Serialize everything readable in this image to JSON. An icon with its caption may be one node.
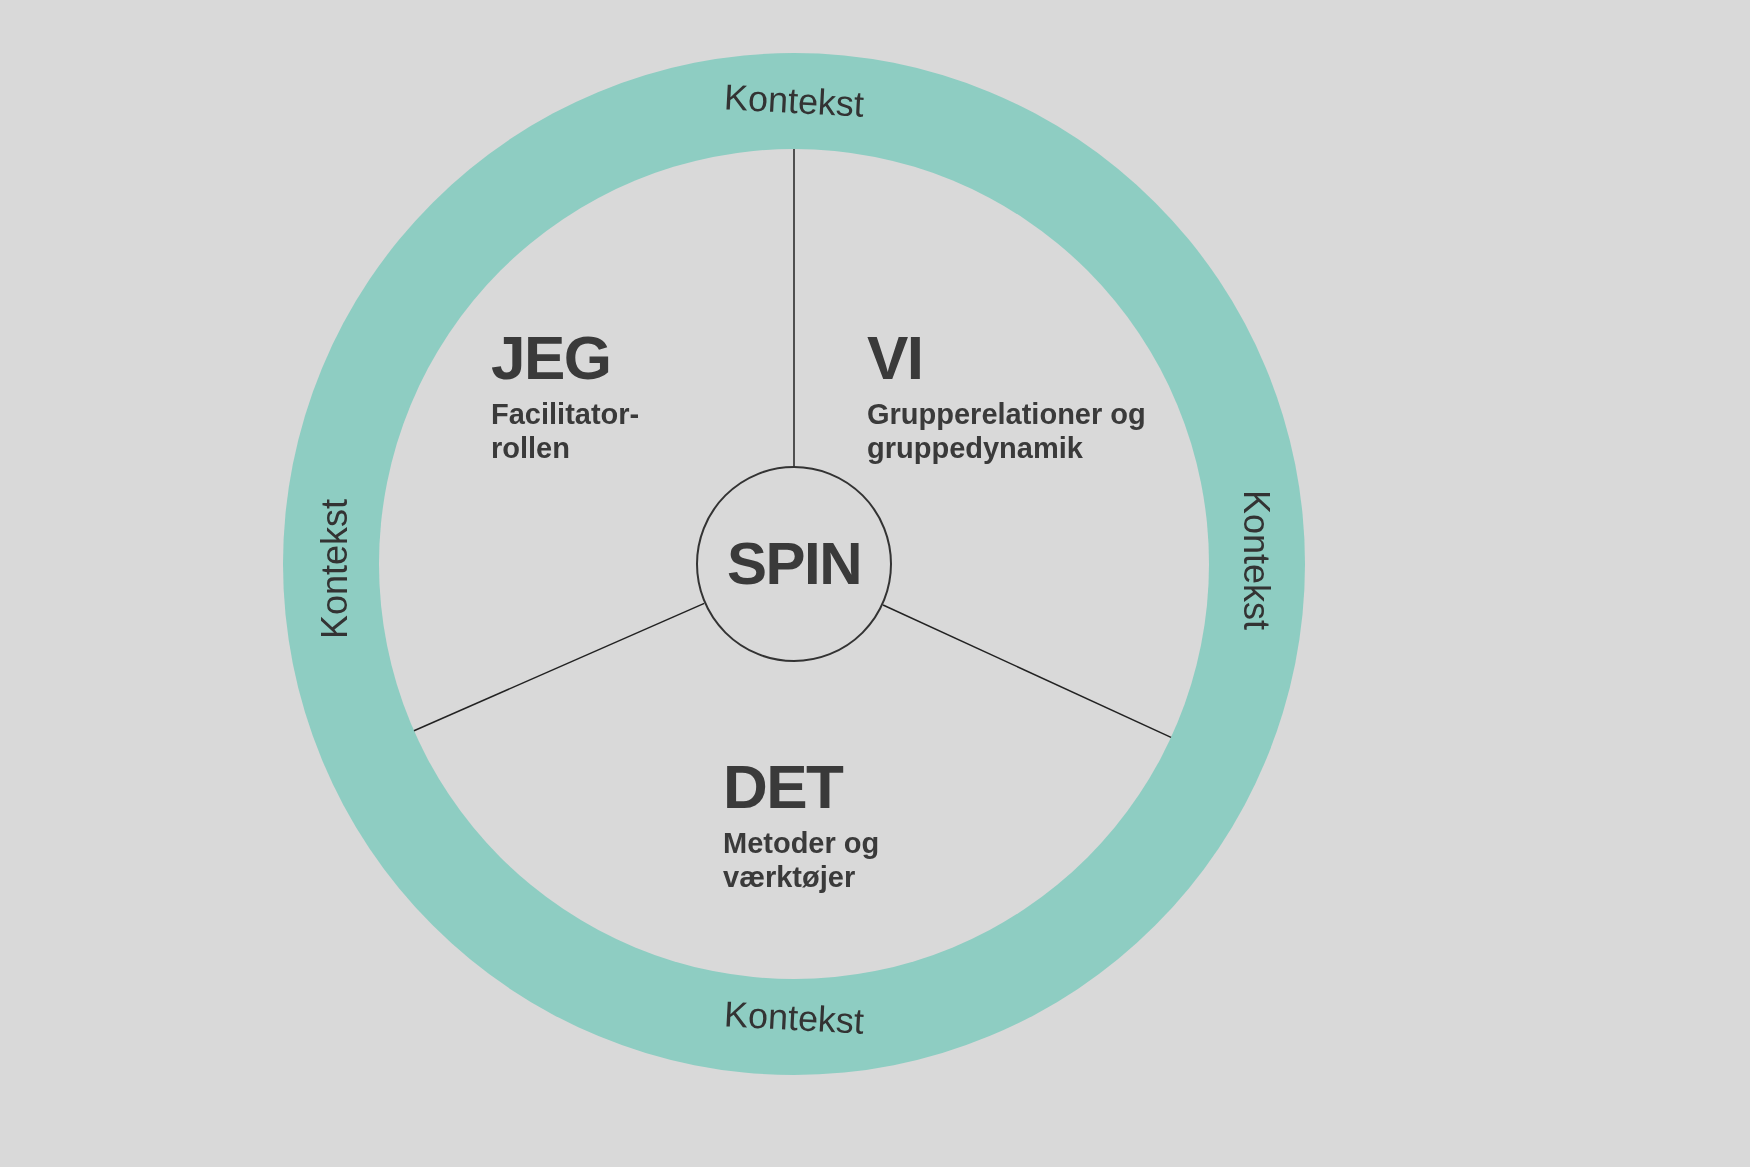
{
  "diagram": {
    "nodes": [
      {
        "text": [
          "Kontekst",
          "Kontekst",
          "Kontekst",
          "Kontekst"
        ]
      },
      {
        "text": [
          "JEG",
          "Facilitator-rollen"
        ],
        "in": 0
      },
      {
        "text": [
          "VI",
          "Grupperelationer og gruppedynamik"
        ],
        "in": 0
      },
      {
        "text": [
          "SPIN"
        ],
        "in": 0
      },
      {
        "text": [
          "DET",
          "Metoder og værktøjer"
        ],
        "in": 0
      }
    ]
  }
}
